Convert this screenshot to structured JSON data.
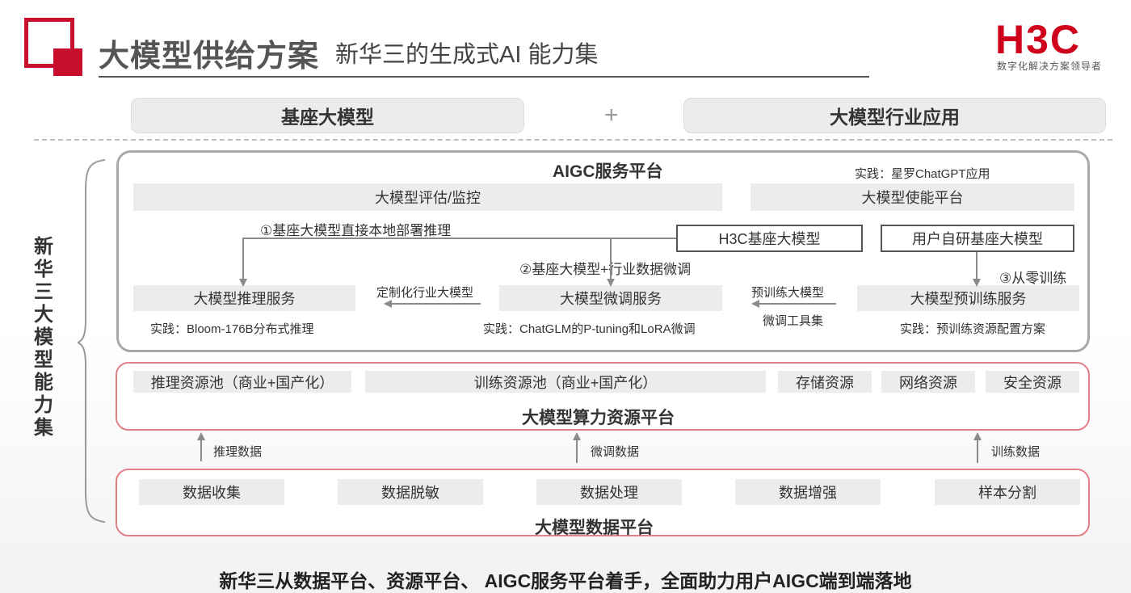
{
  "header": {
    "title": "大模型供给方案",
    "subtitle": "新华三的生成式AI 能力集",
    "logo": "H3C",
    "logo_tagline": "数字化解决方案领导者",
    "brand_color": "#c8102e"
  },
  "tabs": {
    "left": "基座大模型",
    "plus": "+",
    "right": "大模型行业应用"
  },
  "side_label": [
    "新",
    "华",
    "三",
    "大",
    "模",
    "型",
    "能",
    "力",
    "集"
  ],
  "aigc": {
    "title": "AIGC服务平台",
    "practice_top": "实践：星罗ChatGPT应用",
    "eval": "大模型评估/监控",
    "enable": "大模型使能平台",
    "path1": "①基座大模型直接本地部署推理",
    "h3c_model": "H3C基座大模型",
    "user_model": "用户自研基座大模型",
    "path2": "②基座大模型+行业数据微调",
    "path3": "③从零训练",
    "infer_service": "大模型推理服务",
    "custom_model": "定制化行业大模型",
    "finetune_service": "大模型微调服务",
    "pretrain_model": "预训练大模型",
    "pretrain_service": "大模型预训练服务",
    "practice_infer": "实践：Bloom-176B分布式推理",
    "practice_finetune": "实践：ChatGLM的P-tuning和LoRA微调",
    "finetune_tools": "微调工具集",
    "practice_pretrain": "实践：预训练资源配置方案"
  },
  "compute": {
    "title": "大模型算力资源平台",
    "items": [
      "推理资源池（商业+国产化）",
      "训练资源池（商业+国产化）",
      "存储资源",
      "网络资源",
      "安全资源"
    ]
  },
  "flows": {
    "infer_data": "推理数据",
    "finetune_data": "微调数据",
    "train_data": "训练数据"
  },
  "data_platform": {
    "title": "大模型数据平台",
    "items": [
      "数据收集",
      "数据脱敏",
      "数据处理",
      "数据增强",
      "样本分割"
    ]
  },
  "footer": "新华三从数据平台、资源平台、 AIGC服务平台着手，全面助力用户AIGC端到端落地"
}
